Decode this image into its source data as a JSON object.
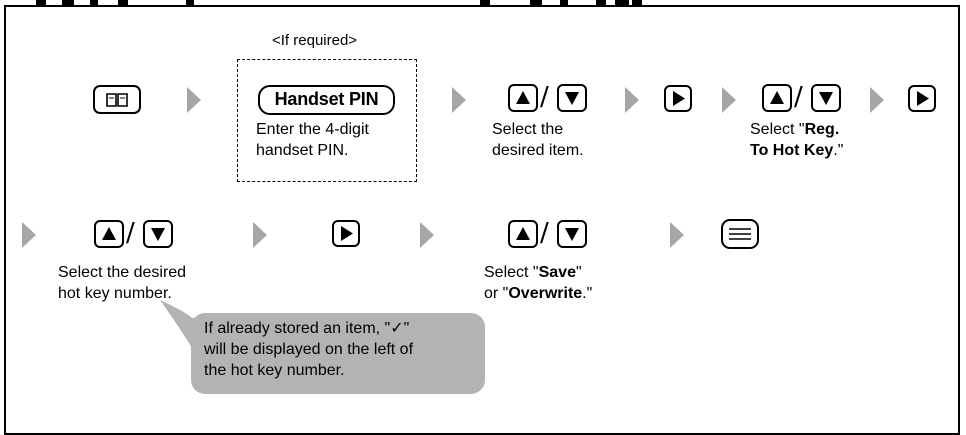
{
  "note_top": "<If required>",
  "pin_key_label": "Handset PIN",
  "pin_desc_line1": "Enter the 4-digit",
  "pin_desc_line2": "handset PIN.",
  "step2_line1": "Select the",
  "step2_line2": "desired item.",
  "step3_line1_pre": "Select \"",
  "step3_line1_bold": "Reg.",
  "step3_line2_bold": "To Hot Key",
  "step3_line2_post": ".\"",
  "step4_line1": "Select the desired",
  "step4_line2": "hot key number.",
  "step5_line1_pre": "Select \"",
  "step5_line1_bold": "Save",
  "step5_line1_post": "\"",
  "step5_line2_pre": "or \"",
  "step5_line2_bold": "Overwrite",
  "step5_line2_post": ".\"",
  "callout_line1": "If already stored an item, \"✓\"",
  "callout_line2": "will be displayed on the left of",
  "callout_line3": "the hot key number.",
  "slash": "/",
  "icons": [
    "book-key-icon",
    "arrow-icon",
    "up-key-icon",
    "down-key-icon",
    "right-key-icon",
    "menu-key-icon"
  ],
  "colors": {
    "arrow_gray": "#a6a6a6",
    "callout_bg": "#b3b3b3"
  }
}
